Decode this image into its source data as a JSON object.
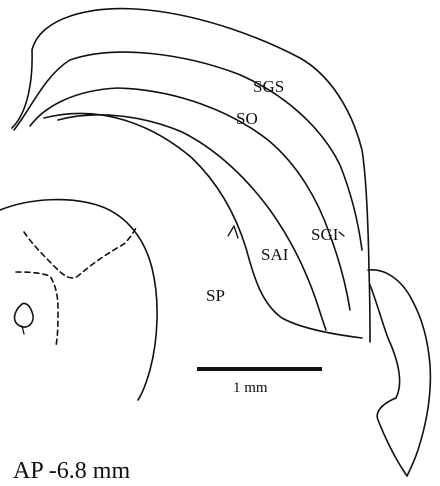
{
  "labels": {
    "sgs": "SGS",
    "so": "SO",
    "sgi": "SGI",
    "sai": "SAI",
    "sp": "SP"
  },
  "scale_bar": {
    "label": "1 mm"
  },
  "section": {
    "label": "AP -6.8 mm"
  }
}
